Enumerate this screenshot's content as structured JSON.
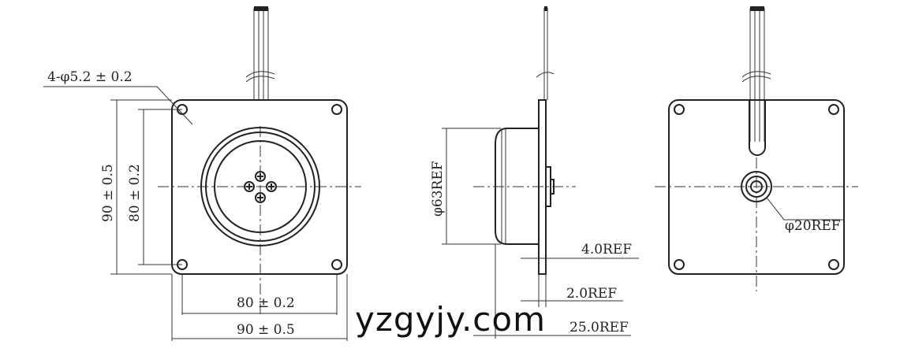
{
  "front_view": {
    "hole_callout": "4-φ5.2 ± 0.2",
    "height_outer": "90 ± 0.5",
    "height_inner": "80 ± 0.2",
    "width_inner": "80 ± 0.2",
    "width_outer": "90 ± 0.5"
  },
  "side_view": {
    "diameter": "φ63REF",
    "thickness_plate": "4.0REF",
    "thickness_small": "2.0REF",
    "depth": "25.0REF"
  },
  "rear_view": {
    "hub_diameter": "φ20REF"
  },
  "watermark": "yzgyjy.com"
}
